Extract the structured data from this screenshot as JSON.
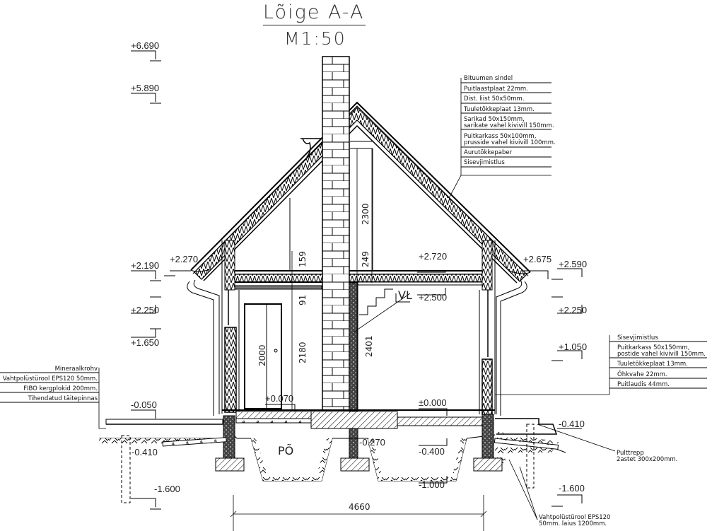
{
  "title": {
    "section": "Lõige A-A",
    "scale": "M1:50"
  },
  "levels": {
    "l6690": "+6.690",
    "l5890": "+5.890",
    "l2190": "+2.190",
    "l2270": "+2.270",
    "l2250_left": "+2.250",
    "l1650": "+1.650",
    "l0050": "-0.050",
    "l0410_left": "-0.410",
    "l1600_left": "-1.600",
    "l0070": "+0.070",
    "l0270": "-0.270",
    "l2720": "+2.720",
    "l2500": "+2.500",
    "l0000": "±0.000",
    "l0400": "-0.400",
    "l1000": "-1.000",
    "l2675": "+2.675",
    "l2590": "+2.590",
    "l2250_right": "+2.250",
    "l1050": "+1.050",
    "l0410_right": "-0.410",
    "l1600_right": "-1.600"
  },
  "dimensions": {
    "d2300": "2300",
    "d159": "159",
    "d249": "249",
    "d91": "91",
    "d2000": "2000",
    "d2180": "2180",
    "d2401": "2401",
    "d4660": "4660"
  },
  "tags": {
    "vl": "VL",
    "po": "PÕ"
  },
  "roof_layers": [
    "Bituumen sindel",
    "Puitlaastplaat 22mm.",
    "Dist. liist 50x50mm.",
    "Tuuletõkkeplaat 13mm.",
    "Sarikad 50x150mm,",
    "sarikate vahel kivivill 150mm.",
    "Puitkarkass 50x100mm,",
    "prusside vahel kivivill 100mm.",
    "Aurutõkkepaber",
    "Sisevjimistlus"
  ],
  "wall_layers": [
    "Sisevjimistlus",
    "Puitkarkass 50x150mm,",
    "postide vahel kivivill 150mm.",
    "Tuuletõkkeplaat 13mm.",
    "Õhkvahe 22mm.",
    "Puitlaudis 44mm."
  ],
  "floor_layers": [
    "Mineraalkrohv",
    "Vahtpolüstürool EPS120 50mm.",
    "FIBO kergplokid 200mm.",
    "Tihendatud täitepinnas"
  ],
  "stair_note": [
    "Pulttrepp",
    "2astet 300x200mm."
  ],
  "insulation_note": [
    "Vahtpolüstürool EPS120",
    "50mm. laius 1200mm."
  ],
  "colors": {
    "line": "#000000",
    "text": "#222222",
    "background": "#ffffff"
  }
}
